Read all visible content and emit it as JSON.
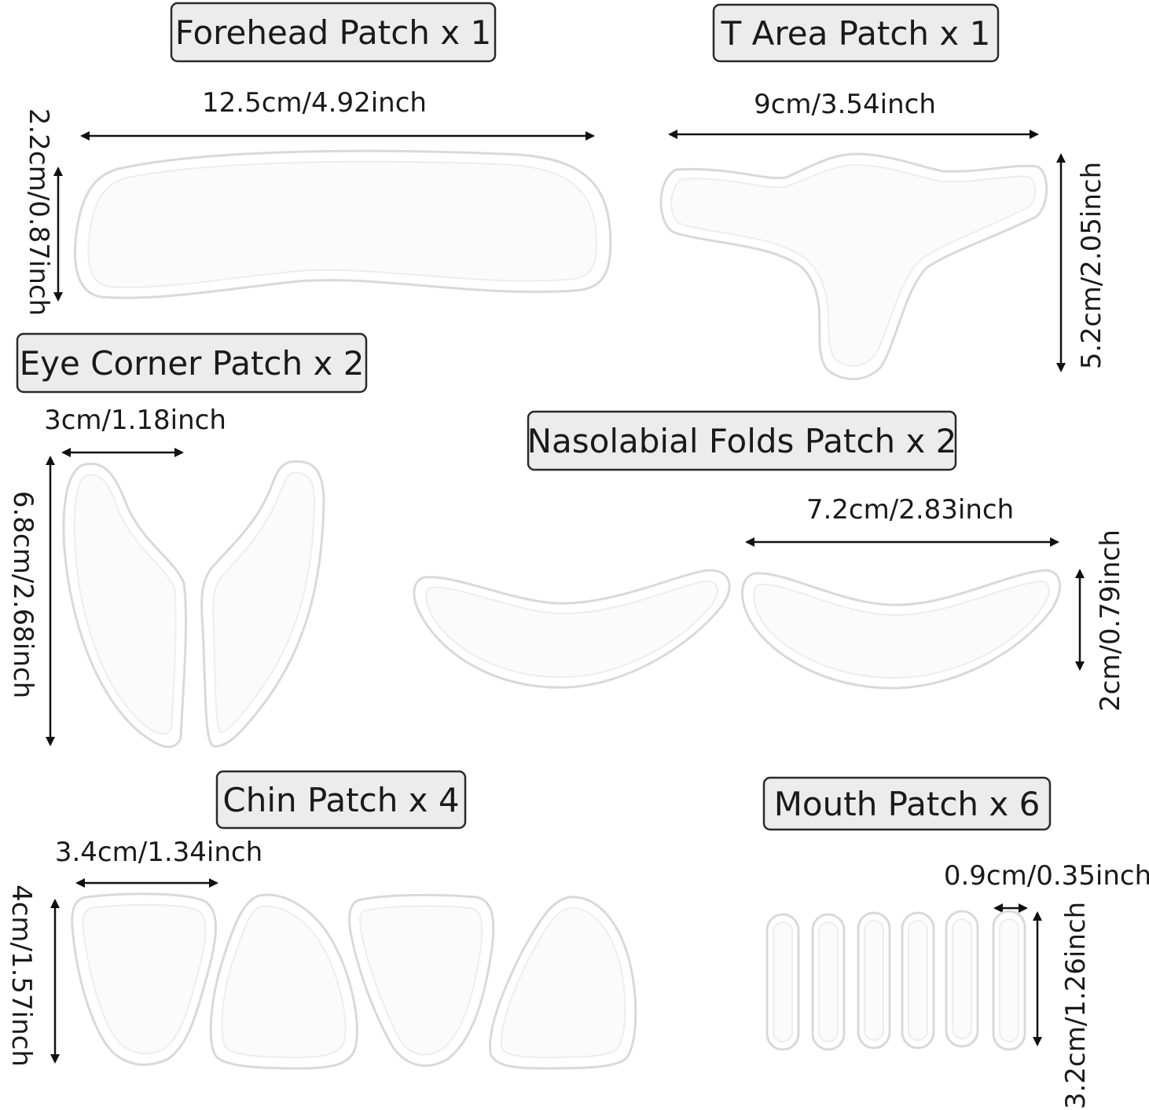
{
  "labels": {
    "forehead": "Forehead Patch x 1",
    "t_area": "T Area Patch x 1",
    "eye_corner": "Eye Corner Patch x 2",
    "nasolabial": "Nasolabial Folds Patch x 2",
    "chin": "Chin Patch x 4",
    "mouth": "Mouth Patch x 6"
  },
  "dimensions": {
    "forehead_width": "12.5cm/4.92inch",
    "forehead_height": "2.2cm/0.87inch",
    "t_area_width": "9cm/3.54inch",
    "t_area_height": "5.2cm/2.05inch",
    "eye_corner_width": "3cm/1.18inch",
    "eye_corner_height": "6.8cm/2.68inch",
    "nasolabial_width": "7.2cm/2.83inch",
    "nasolabial_height": "2cm/0.79inch",
    "chin_width": "3.4cm/1.34inch",
    "chin_height": "4cm/1.57inch",
    "mouth_width": "0.9cm/0.35inch",
    "mouth_height": "3.2cm/1.26inch"
  }
}
